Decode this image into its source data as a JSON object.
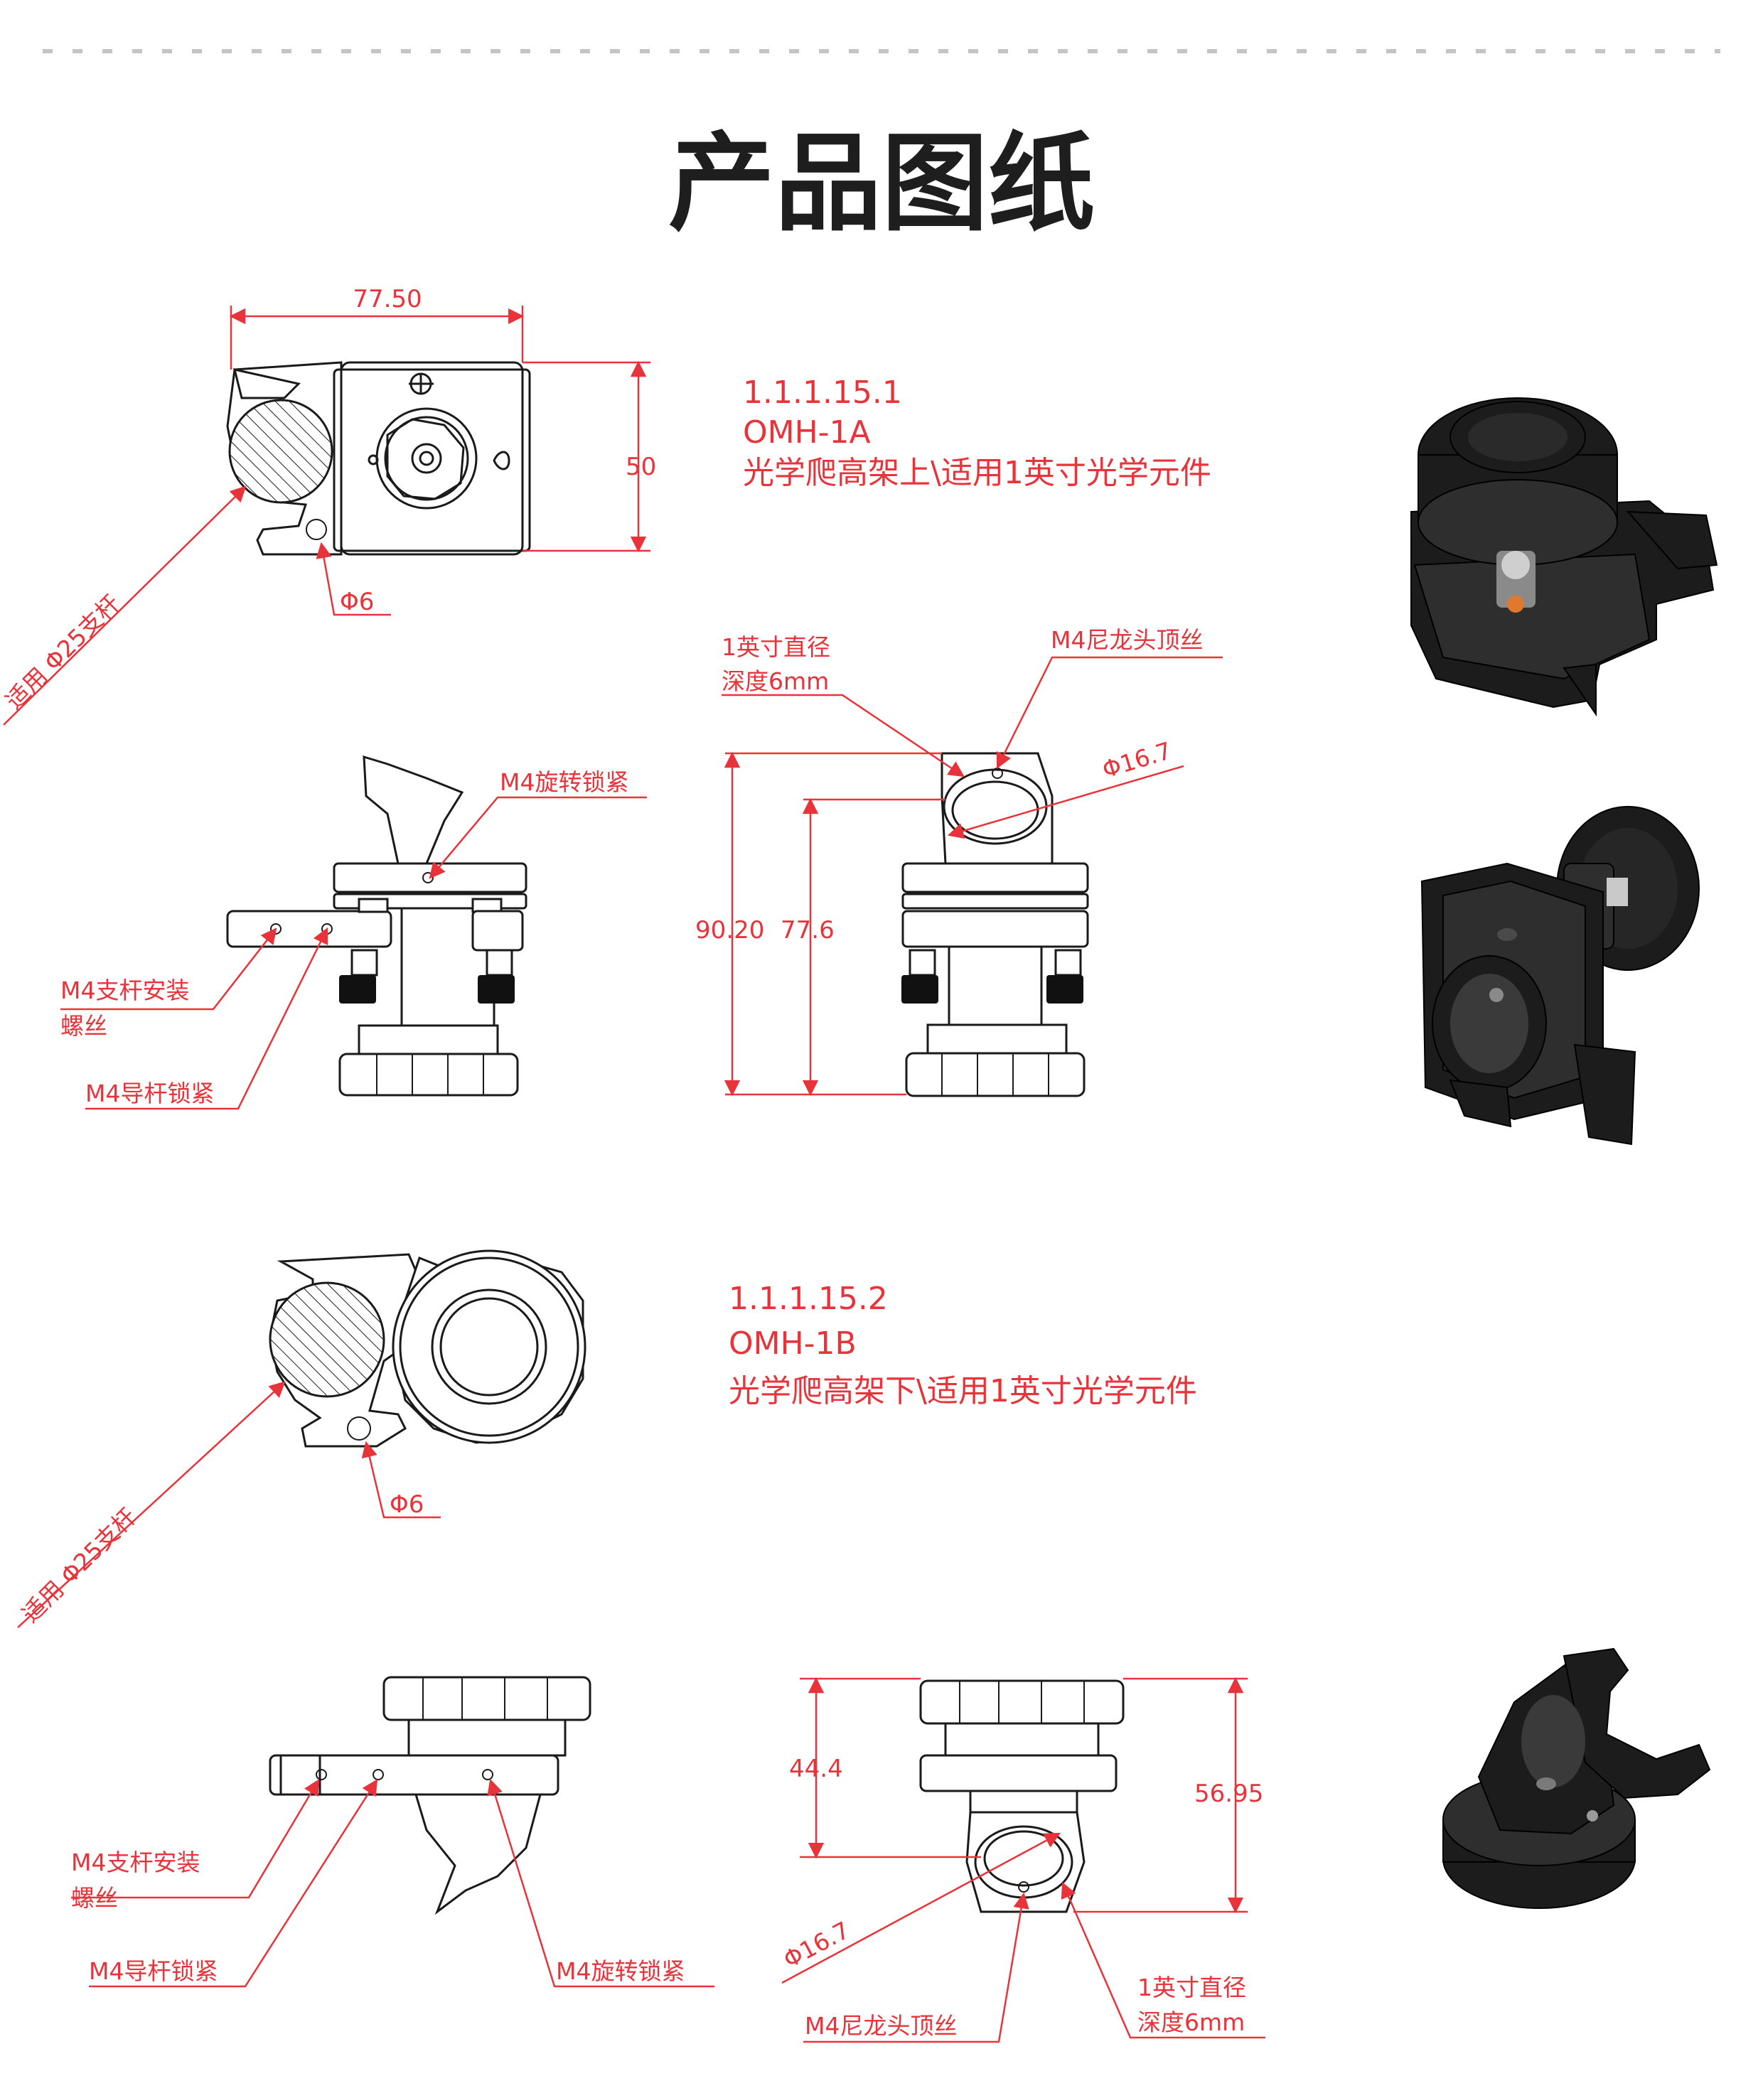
{
  "page": {
    "title": "产品图纸"
  },
  "products": [
    {
      "code": "1.1.1.15.1",
      "model": "OMH-1A",
      "description": "光学爬高架上\\适用1英寸光学元件",
      "top_view": {
        "width": "77.50",
        "height": "50",
        "hole": "Φ6",
        "rod": "适用 Φ25支杆"
      },
      "side_views": {
        "rod_screw": [
          "M4支杆安装",
          "螺丝"
        ],
        "guide_lock": "M4导杆锁紧",
        "rotate_lock": "M4旋转锁紧",
        "bore": [
          "1英寸直径",
          "深度6mm"
        ],
        "nylon_screw": "M4尼龙头顶丝",
        "diameter": "Φ16.7",
        "total_height": "90.20",
        "center_height": "77.6"
      }
    },
    {
      "code": "1.1.1.15.2",
      "model": "OMH-1B",
      "description": "光学爬高架下\\适用1英寸光学元件",
      "top_view": {
        "hole": "Φ6",
        "rod": "适用 Φ25支杆"
      },
      "side_views": {
        "rod_screw": [
          "M4支杆安装",
          "螺丝"
        ],
        "guide_lock": "M4导杆锁紧",
        "rotate_lock": "M4旋转锁紧",
        "bore": [
          "1英寸直径",
          "深度6mm"
        ],
        "nylon_screw": "M4尼龙头顶丝",
        "diameter": "Φ16.7",
        "height_a": "44.4",
        "height_b": "56.95"
      }
    }
  ],
  "colors": {
    "annotation": "#e8333a",
    "line": "#1a1a1a",
    "title": "#1e1e1e"
  }
}
